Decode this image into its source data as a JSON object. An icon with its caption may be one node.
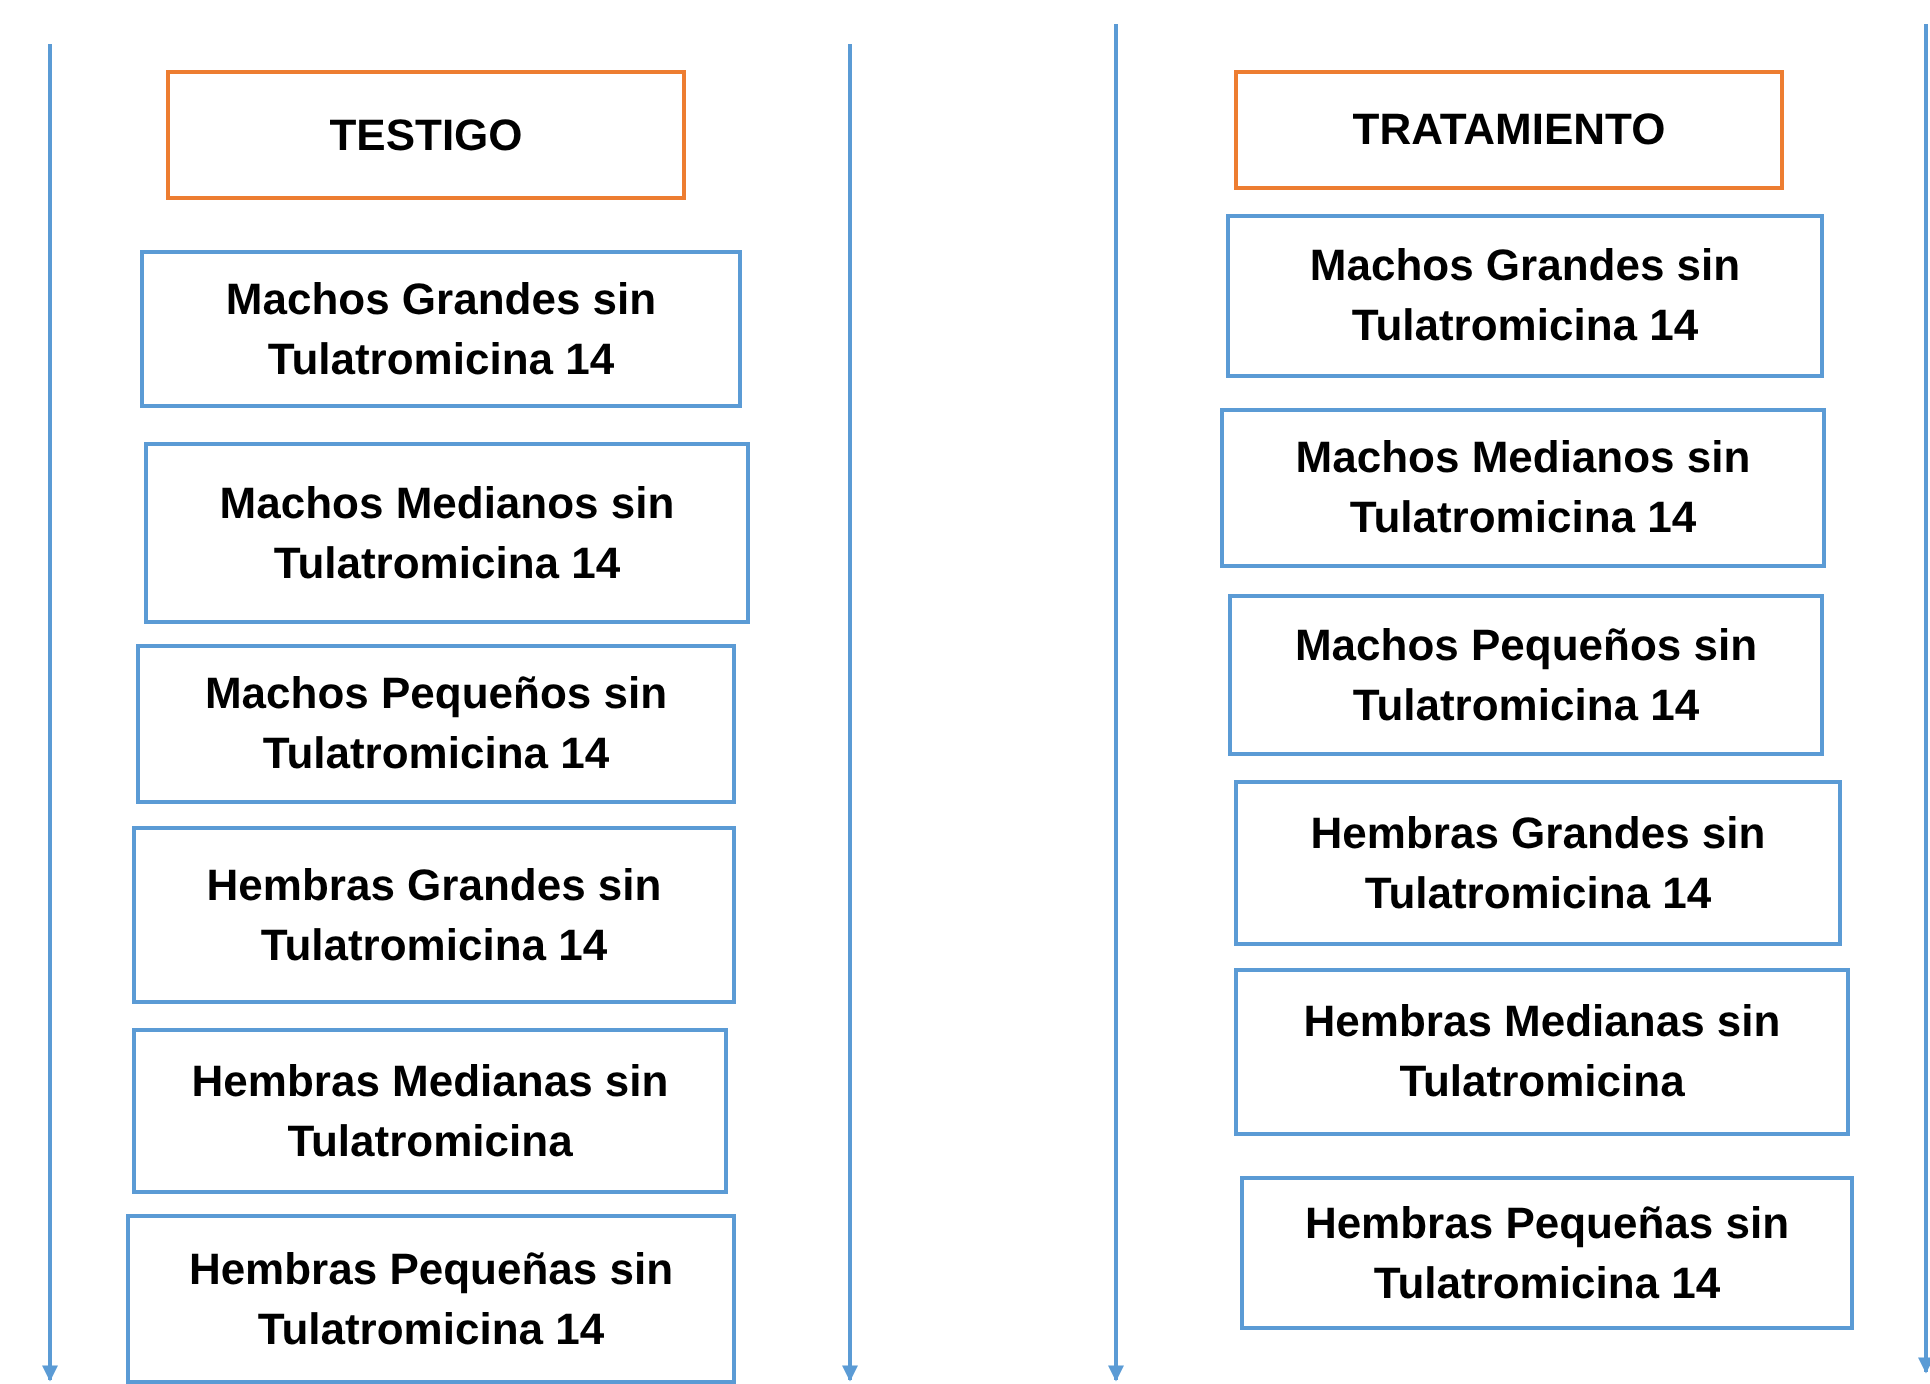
{
  "diagram": {
    "nodes": [
      {
        "text": [
          "TESTIGO"
        ]
      },
      {
        "text": [
          "Machos Grandes sin Tulatromicina 14"
        ]
      },
      {
        "text": [
          "Machos Medianos sin Tulatromicina 14"
        ]
      },
      {
        "text": [
          "Machos Pequeños sin Tulatromicina 14"
        ]
      },
      {
        "text": [
          "Hembras Grandes sin Tulatromicina 14"
        ]
      },
      {
        "text": [
          "Hembras Medianas sin Tulatromicina"
        ]
      },
      {
        "text": [
          "Hembras Pequeñas sin Tulatromicina 14"
        ]
      },
      {
        "text": [
          "TRATAMIENTO"
        ]
      },
      {
        "text": [
          "Machos Grandes sin Tulatromicina 14"
        ]
      },
      {
        "text": [
          "Machos Medianos sin Tulatromicina 14"
        ]
      },
      {
        "text": [
          "Machos Pequeños sin Tulatromicina 14"
        ]
      },
      {
        "text": [
          "Hembras Grandes sin Tulatromicina 14"
        ]
      },
      {
        "text": [
          "Hembras Medianas sin Tulatromicina"
        ]
      },
      {
        "text": [
          "Hembras Pequeñas sin Tulatromicina 14"
        ]
      }
    ],
    "edges": []
  }
}
